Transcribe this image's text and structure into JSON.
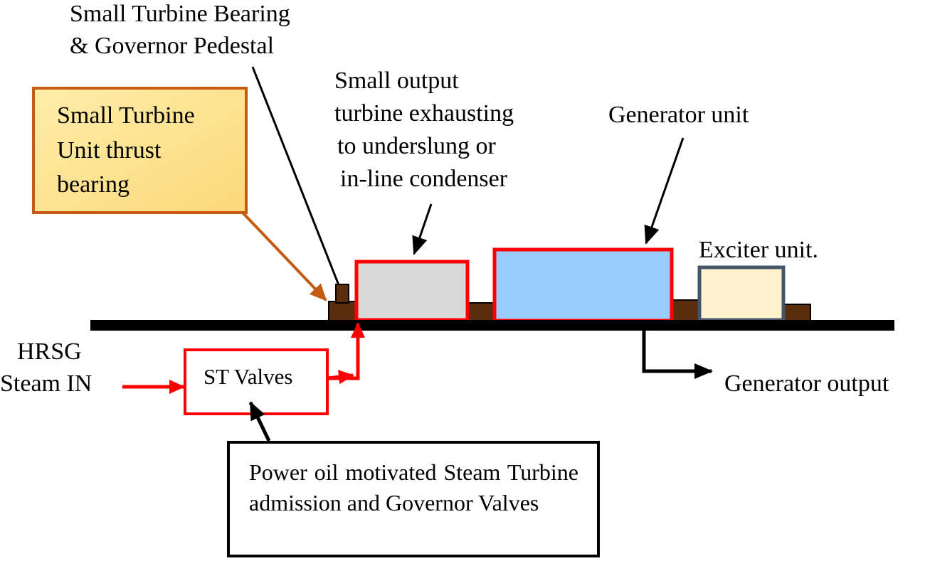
{
  "labels": {
    "bearing_pedestal": [
      "Small Turbine Bearing",
      "& Governor Pedestal"
    ],
    "thrust_bearing": [
      "Small Turbine",
      "Unit thrust",
      "bearing"
    ],
    "turbine": [
      "Small output",
      "turbine exhausting",
      "to underslung or",
      "in-line condenser"
    ],
    "generator": "Generator unit",
    "exciter": "Exciter unit.",
    "hrsg": [
      "HRSG",
      "Steam IN"
    ],
    "st_valves": "ST Valves",
    "generator_output": "Generator output",
    "power_oil": "Power oil motivated Steam Turbine admission and Governor Valves"
  },
  "colors": {
    "shaft": "#000000",
    "red_outline": "#ff0000",
    "turbine_fill": "#d9d9d9",
    "generator_fill": "#99ccff",
    "exciter_fill": "#fff2cc",
    "exciter_outline": "#44546a",
    "bearing_fill": "#5a2d0c",
    "callout_fill": "#ffe699",
    "callout_outline": "#c55a11",
    "callout_arrow": "#c55a11",
    "steam_arrow": "#ff0000"
  }
}
